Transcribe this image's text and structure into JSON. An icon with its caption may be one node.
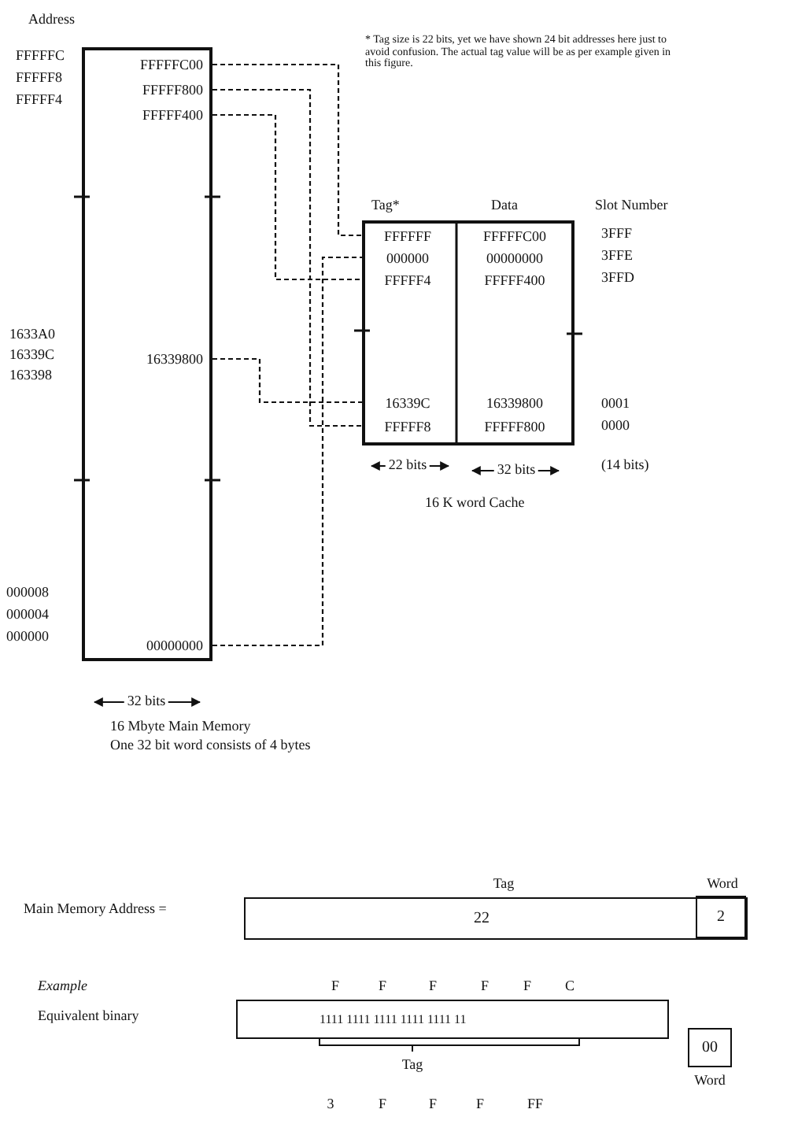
{
  "diagram": {
    "nodes": [
      {
        "text": [],
        "shape": "box"
      },
      {
        "text": [
          "FFFFFC00"
        ],
        "in": 0
      },
      {
        "text": [
          "FFFFF800"
        ],
        "in": 0
      },
      {
        "text": [
          "FFFFF400"
        ],
        "in": 0
      },
      {
        "text": [
          "16339800"
        ],
        "in": 0
      },
      {
        "text": [
          "00000000"
        ],
        "in": 0
      },
      {
        "text": [],
        "shape": "box"
      },
      {
        "text": [
          "FFFFFF"
        ],
        "in": 6
      },
      {
        "text": [
          "000000"
        ],
        "in": 6
      },
      {
        "text": [
          "FFFFF4"
        ],
        "in": 6
      },
      {
        "text": [
          "16339C"
        ],
        "in": 6
      },
      {
        "text": [
          "FFFFF8"
        ],
        "in": 6
      },
      {
        "text": [
          "FFFFFC00"
        ],
        "in": 6
      },
      {
        "text": [
          "00000000"
        ],
        "in": 6
      },
      {
        "text": [
          "FFFFF400"
        ],
        "in": 6
      },
      {
        "text": [
          "16339800"
        ],
        "in": 6
      },
      {
        "text": [
          "FFFFF800"
        ],
        "in": 6
      },
      {
        "text": [
          "22"
        ]
      },
      {
        "text": [
          "2"
        ],
        "in": 17
      },
      {
        "text": [
          "1111 1111 1111 1111 1111 11"
        ]
      },
      {
        "text": [
          "00"
        ]
      }
    ],
    "edges": [
      {
        "from": 1,
        "to": 7,
        "arrow": "none",
        "style": "dashed"
      },
      {
        "from": 2,
        "to": 11,
        "arrow": "none",
        "style": "dashed"
      },
      {
        "from": 3,
        "to": 9,
        "arrow": "none",
        "style": "dashed"
      },
      {
        "from": 4,
        "to": 10,
        "arrow": "none",
        "style": "dashed"
      },
      {
        "from": 5,
        "to": 8,
        "arrow": "none",
        "style": "dashed"
      }
    ],
    "labels": [
      "Address",
      "FFFFFC",
      "FFFFF8",
      "FFFFF4",
      "* Tag size is 22 bits, yet we have shown 24 bit addresses here just to avoid confusion. The actual tag value will be as per example given in this figure.",
      "Tag*",
      "Data",
      "Slot Number",
      "3FFF",
      "3FFE",
      "3FFD",
      "1633A0",
      "16339C",
      "163398",
      "0001",
      "0000",
      "22 bits",
      "32 bits",
      "(14 bits)",
      "16 K word Cache",
      "000008",
      "000004",
      "000000",
      "32 bits",
      "16 Mbyte Main Memory",
      "One 32 bit word consists of 4 bytes",
      "Tag",
      "Word",
      "Main Memory Address =",
      "Example",
      "F",
      "F",
      "F",
      "F",
      "F",
      "C",
      "Equivalent binary",
      "Tag",
      "Word",
      "3",
      "F",
      "F",
      "F",
      "FF"
    ]
  }
}
